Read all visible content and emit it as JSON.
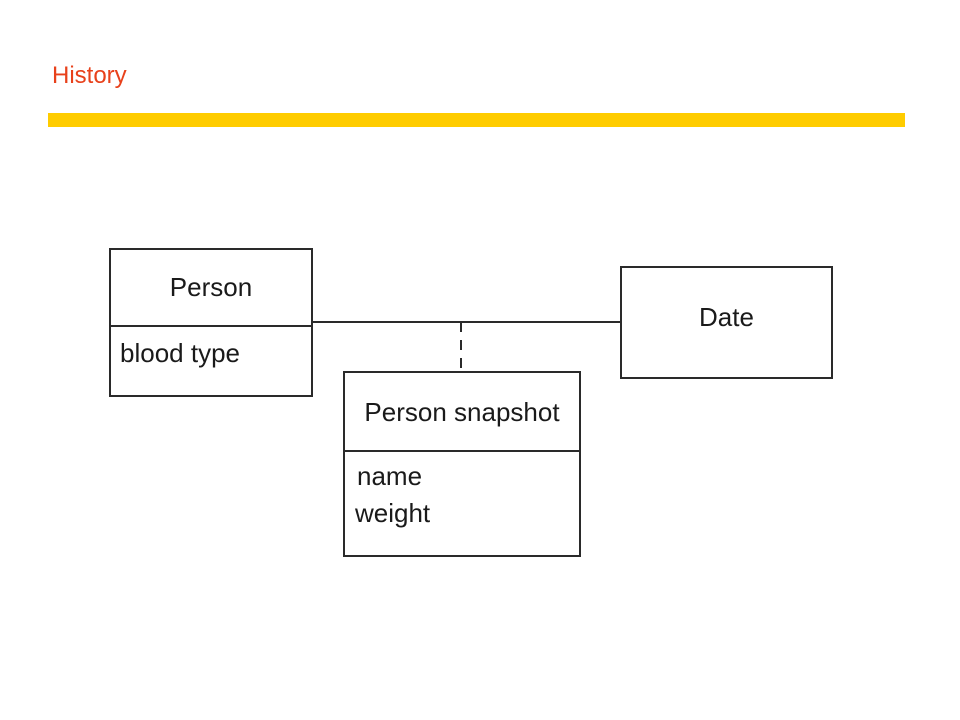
{
  "slide": {
    "title": "History",
    "title_color": "#e8411b",
    "bar_color": "#ffcc00"
  },
  "diagram": {
    "classes": {
      "person": {
        "name": "Person",
        "attributes": [
          "blood type"
        ]
      },
      "date": {
        "name": "Date",
        "attributes": []
      },
      "person_snapshot": {
        "name": "Person snapshot",
        "attributes": [
          "name",
          "weight"
        ]
      }
    },
    "relationships": [
      {
        "from": "Person",
        "to": "Date",
        "kind": "association",
        "line_style": "solid"
      },
      {
        "from": "Person snapshot",
        "to": "association",
        "kind": "association-class",
        "line_style": "dashed"
      }
    ]
  }
}
